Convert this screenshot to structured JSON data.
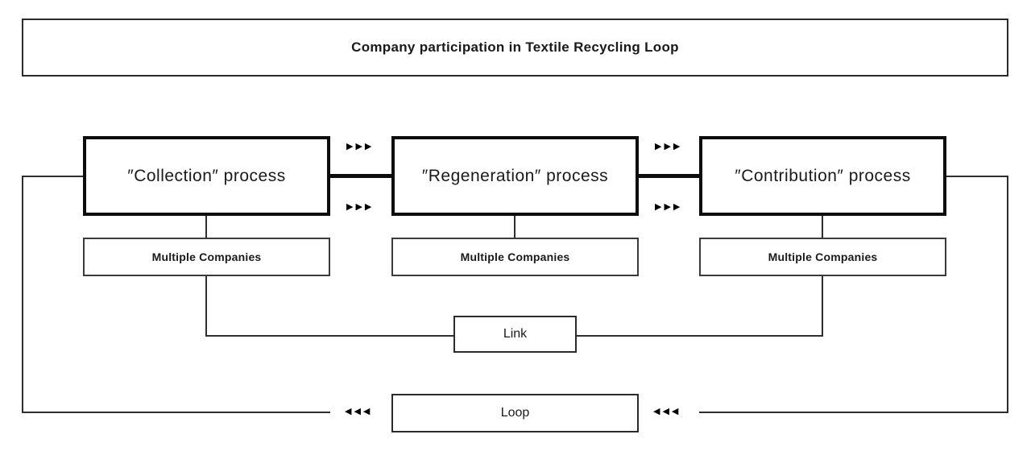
{
  "title": "Company participation in Textile Recycling Loop",
  "processes": [
    {
      "label": "″Collection″ process",
      "companies_label": "Multiple Companies"
    },
    {
      "label": "″Regeneration″ process",
      "companies_label": "Multiple Companies"
    },
    {
      "label": "″Contribution″ process",
      "companies_label": "Multiple Companies"
    }
  ],
  "link_label": "Link",
  "loop_label": "Loop",
  "icons": {
    "flow_right_arrows": "▶▶▶",
    "flow_left_arrows": "◀◀◀"
  },
  "colors": {
    "background": "#ffffff",
    "text": "#1a1a1a",
    "thick_border": "#0d0d0d",
    "thin_border": "#3a3a3a",
    "line": "#2e2e2e"
  }
}
